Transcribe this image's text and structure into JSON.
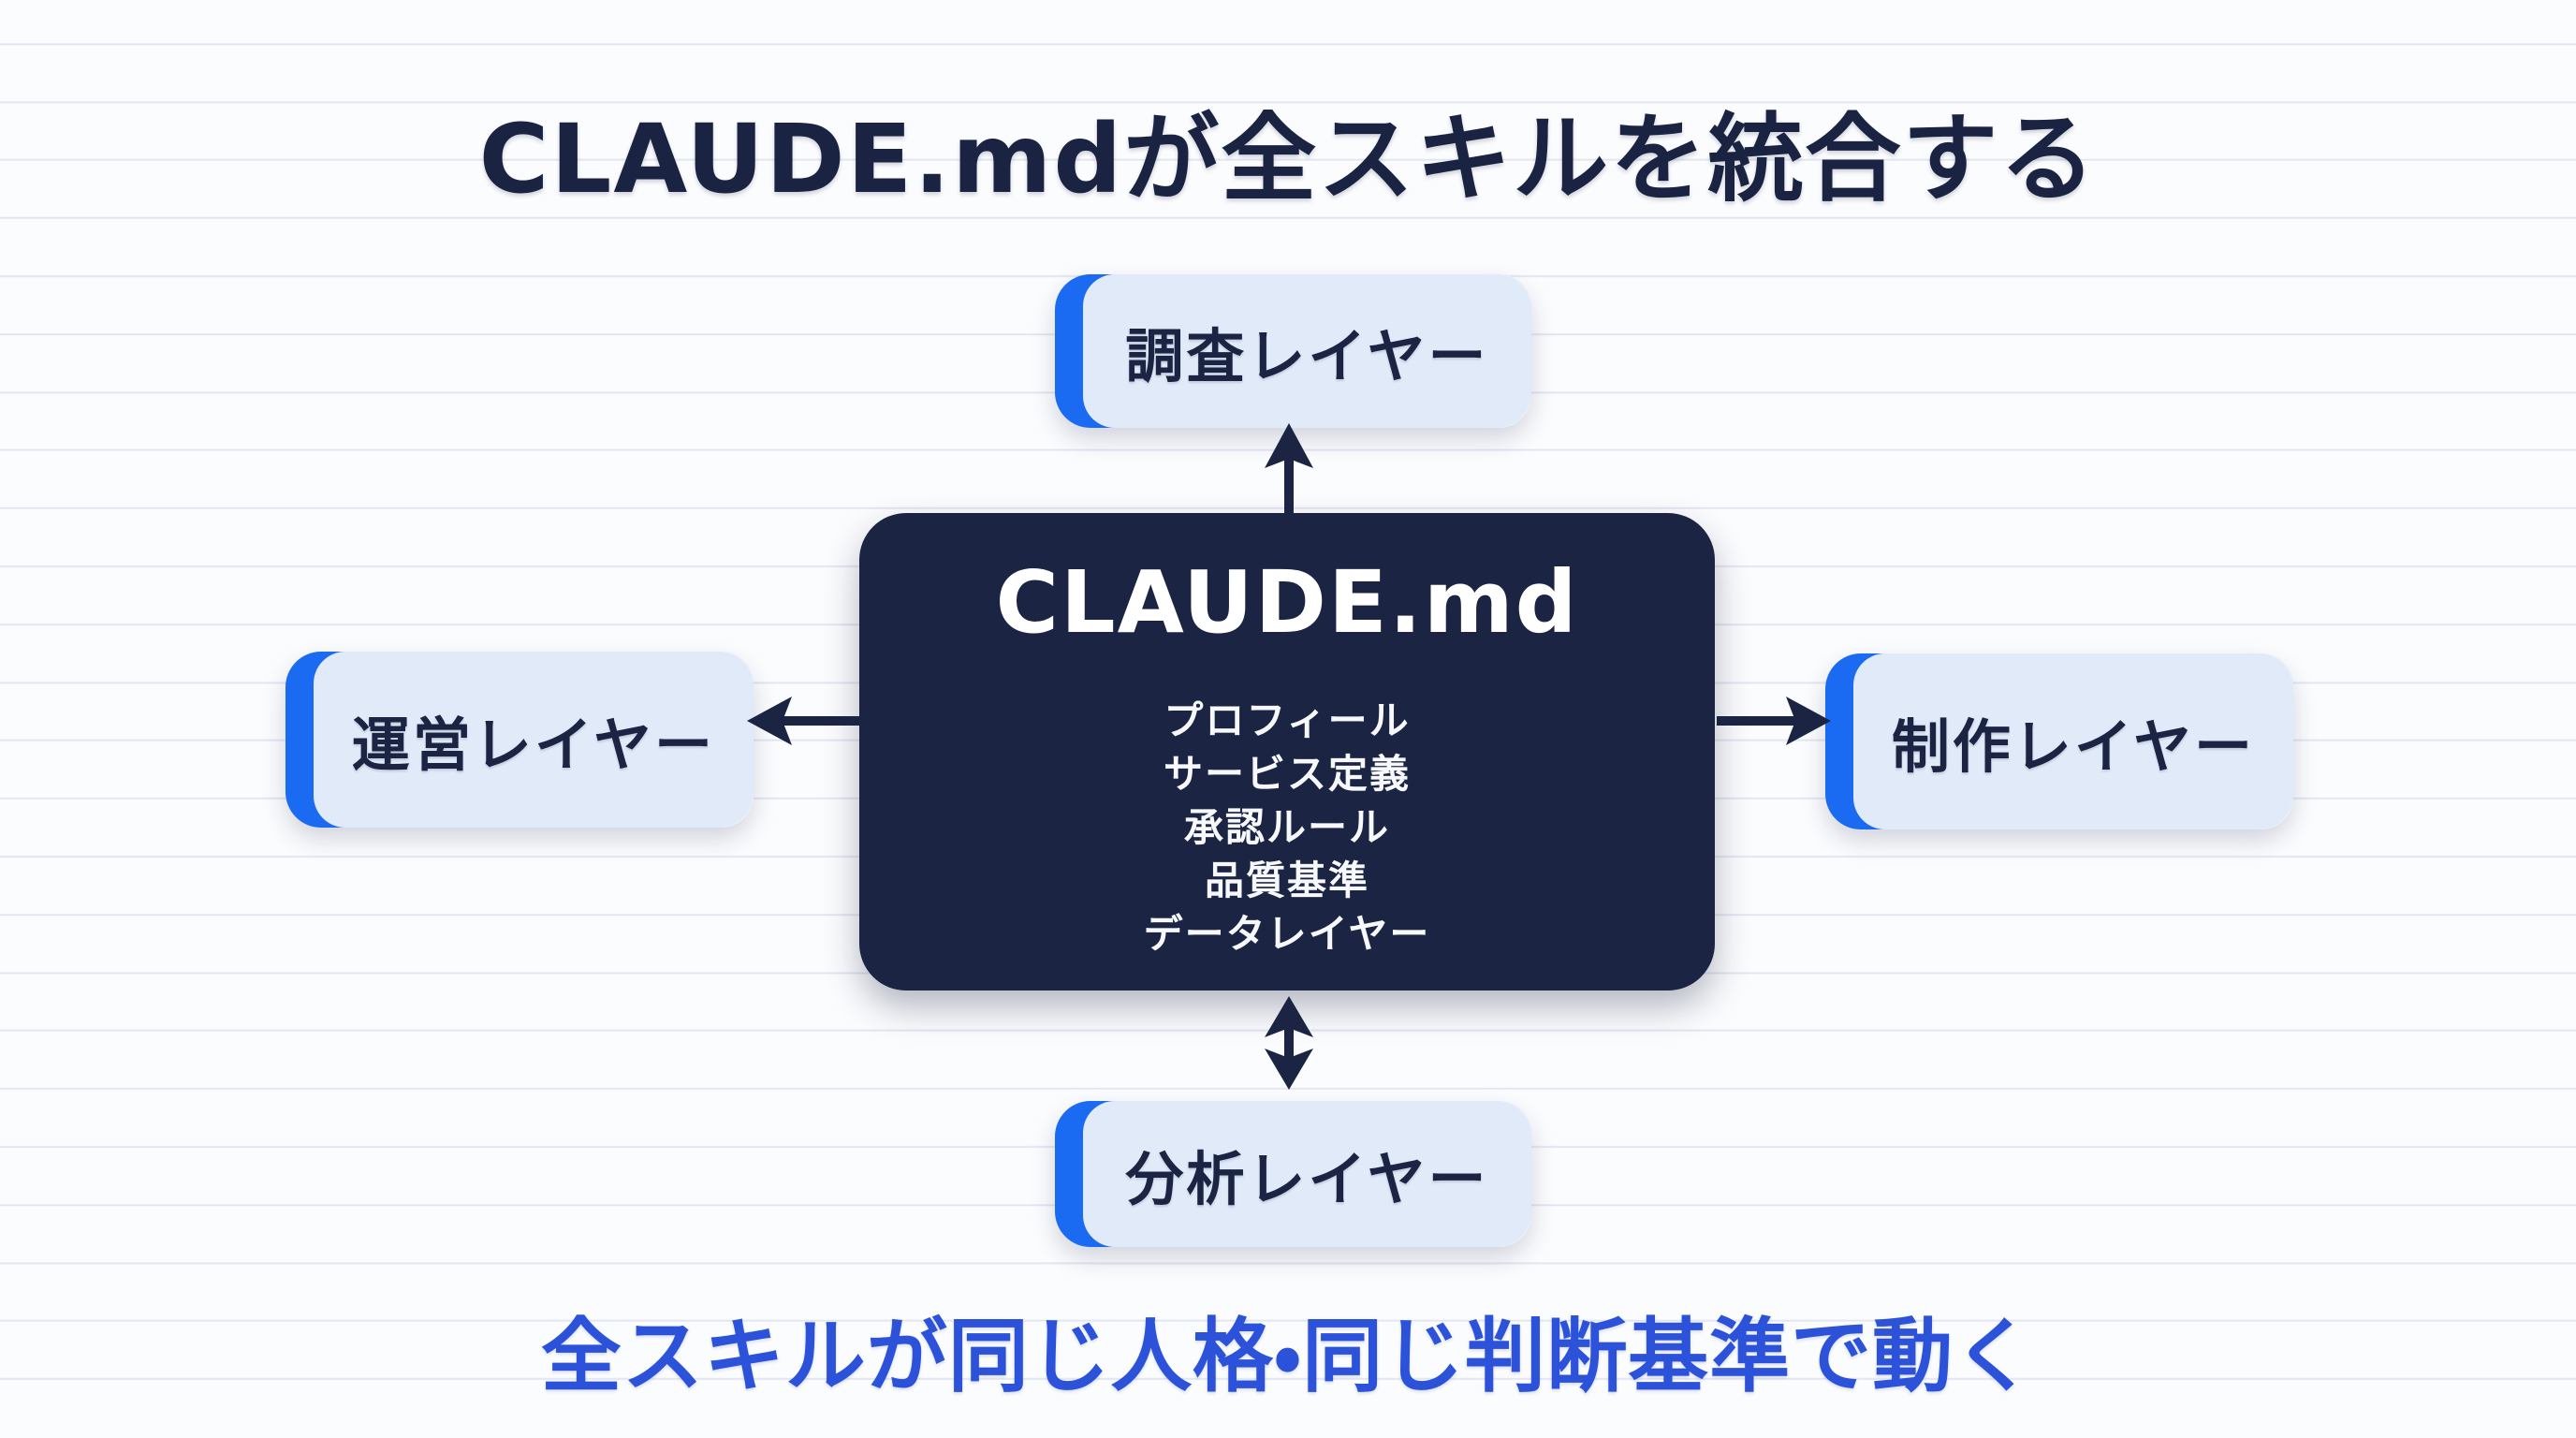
{
  "title": "CLAUDE.mdが全スキルを統合する",
  "center": {
    "title": "CLAUDE.md",
    "items": [
      "プロフィール",
      "サービス定義",
      "承認ルール",
      "品質基準",
      "データレイヤー"
    ]
  },
  "layers": {
    "top": {
      "label": "調査レイヤー"
    },
    "left": {
      "label": "運営レイヤー"
    },
    "right": {
      "label": "制作レイヤー"
    },
    "bottom": {
      "label": "分析レイヤー"
    }
  },
  "caption": "全スキルが同じ人格・同じ判断基準で動く",
  "colors": {
    "background": "#fbfcfe",
    "rule_line": "#e2e6f1",
    "navy": "#1b2442",
    "accent_blue": "#1a6bf2",
    "panel_fill": "#e9eff8",
    "caption_blue": "#2b52d9",
    "text_white": "#ffffff"
  }
}
